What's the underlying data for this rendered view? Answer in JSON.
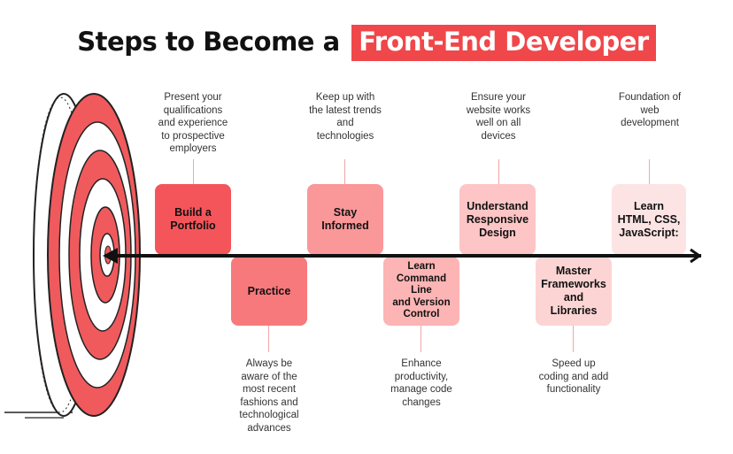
{
  "title": {
    "prefix": "Steps to Become a",
    "highlight": "Front-End Developer"
  },
  "steps": [
    {
      "label": "Build a\nPortfolio",
      "description": "Present your\nqualifications\nand experience\nto prospective\nemployers",
      "position": "top",
      "color": "#f4555a"
    },
    {
      "label": "Practice",
      "description": "Always be\naware of the\nmost recent\nfashions and\ntechnological\nadvances",
      "position": "bottom",
      "color": "#f7797c"
    },
    {
      "label": "Stay\nInformed",
      "description": "Keep up with\nthe latest trends\nand\ntechnologies",
      "position": "top",
      "color": "#fa9799"
    },
    {
      "label": "Learn\nCommand Line\nand Version\nControl",
      "description": "Enhance\nproductivity,\nmanage code\nchanges",
      "position": "bottom",
      "color": "#fcb4b4"
    },
    {
      "label": "Understand\nResponsive\nDesign",
      "description": "Ensure your\nwebsite works\nwell on all\ndevices",
      "position": "top",
      "color": "#fdc5c5"
    },
    {
      "label": "Master\nFrameworks\nand\nLibraries",
      "description": "Speed up\ncoding and add\nfunctionality",
      "position": "bottom",
      "color": "#fdd4d4"
    },
    {
      "label": "Learn\nHTML, CSS,\nJavaScript:",
      "description": "Foundation of\nweb\ndevelopment",
      "position": "top",
      "color": "#fde4e4"
    }
  ],
  "icons": {
    "target": "bullseye-target-icon",
    "arrow": "arrow-icon"
  }
}
